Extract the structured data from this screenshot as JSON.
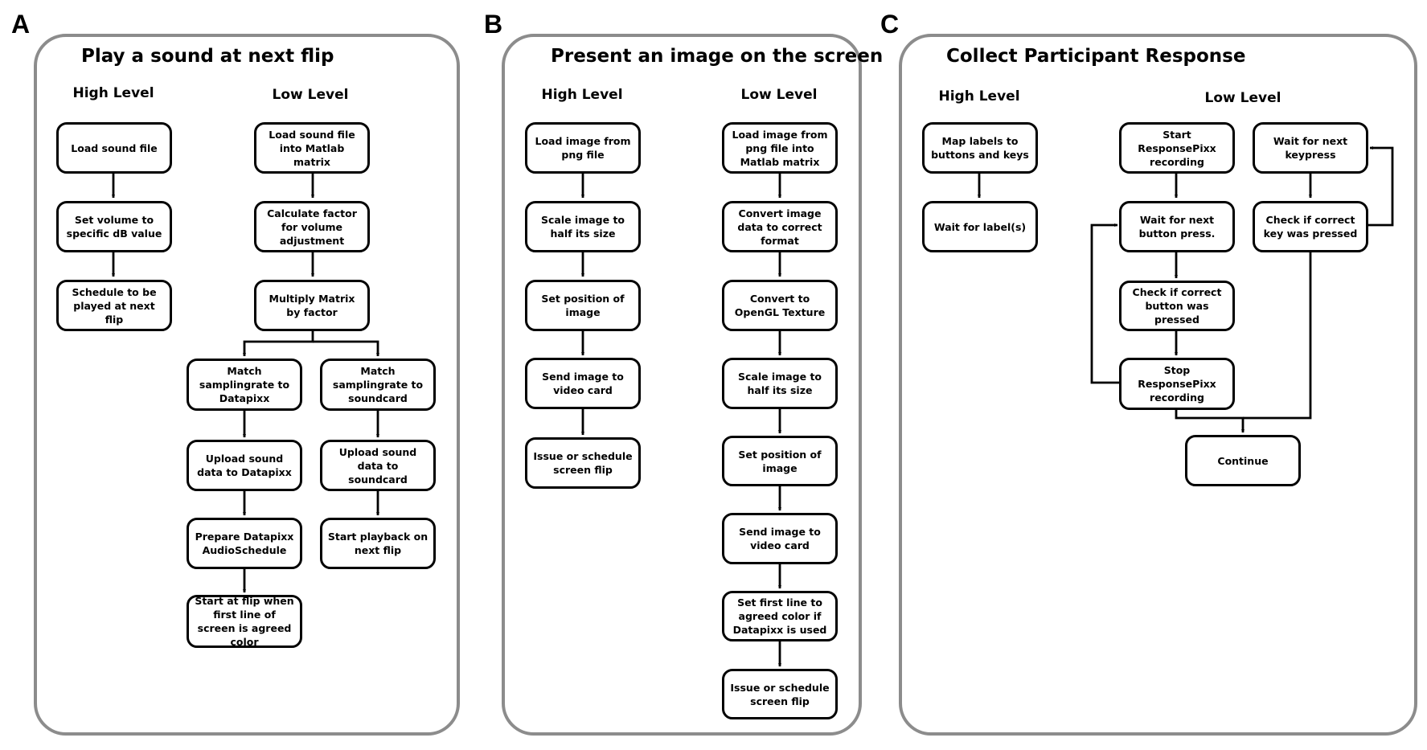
{
  "panels": {
    "a": {
      "letter": "A",
      "title": "Play a sound at next flip",
      "high_head": "High Level",
      "low_head": "Low Level",
      "high": [
        "Load sound file",
        "Set volume to specific dB value",
        "Schedule to be played at next flip"
      ],
      "low": [
        "Load sound file into Matlab matrix",
        "Calculate factor for volume adjustment",
        "Multiply Matrix by factor"
      ],
      "left_branch": [
        "Match samplingrate to Datapixx",
        "Upload sound data to Datapixx",
        "Prepare Datapixx AudioSchedule",
        "Start at flip when first line of screen is agreed color"
      ],
      "right_branch": [
        "Match samplingrate to soundcard",
        "Upload sound data to soundcard",
        "Start playback on next flip"
      ]
    },
    "b": {
      "letter": "B",
      "title": "Present an image on the screen",
      "high_head": "High Level",
      "low_head": "Low Level",
      "high": [
        "Load image from png file",
        "Scale image to half its size",
        "Set position of image",
        "Send image to video card",
        "Issue or schedule screen flip"
      ],
      "low": [
        "Load image from png file into Matlab matrix",
        "Convert image data to correct format",
        "Convert to OpenGL Texture",
        "Scale image to half its size",
        "Set position of image",
        "Send image to video card",
        "Set first line to agreed color if Datapixx is used",
        "Issue or schedule screen flip"
      ]
    },
    "c": {
      "letter": "C",
      "title": "Collect Participant Response",
      "high_head": "High Level",
      "low_head": "Low Level",
      "high": [
        "Map labels to buttons and keys",
        "Wait for label(s)"
      ],
      "button_loop": [
        "Start ResponsePixx recording",
        "Wait for next button press.",
        "Check if correct button was pressed",
        "Stop ResponsePixx recording"
      ],
      "key_loop": [
        "Wait for next keypress",
        "Check if correct key was pressed"
      ],
      "continue": "Continue"
    }
  }
}
